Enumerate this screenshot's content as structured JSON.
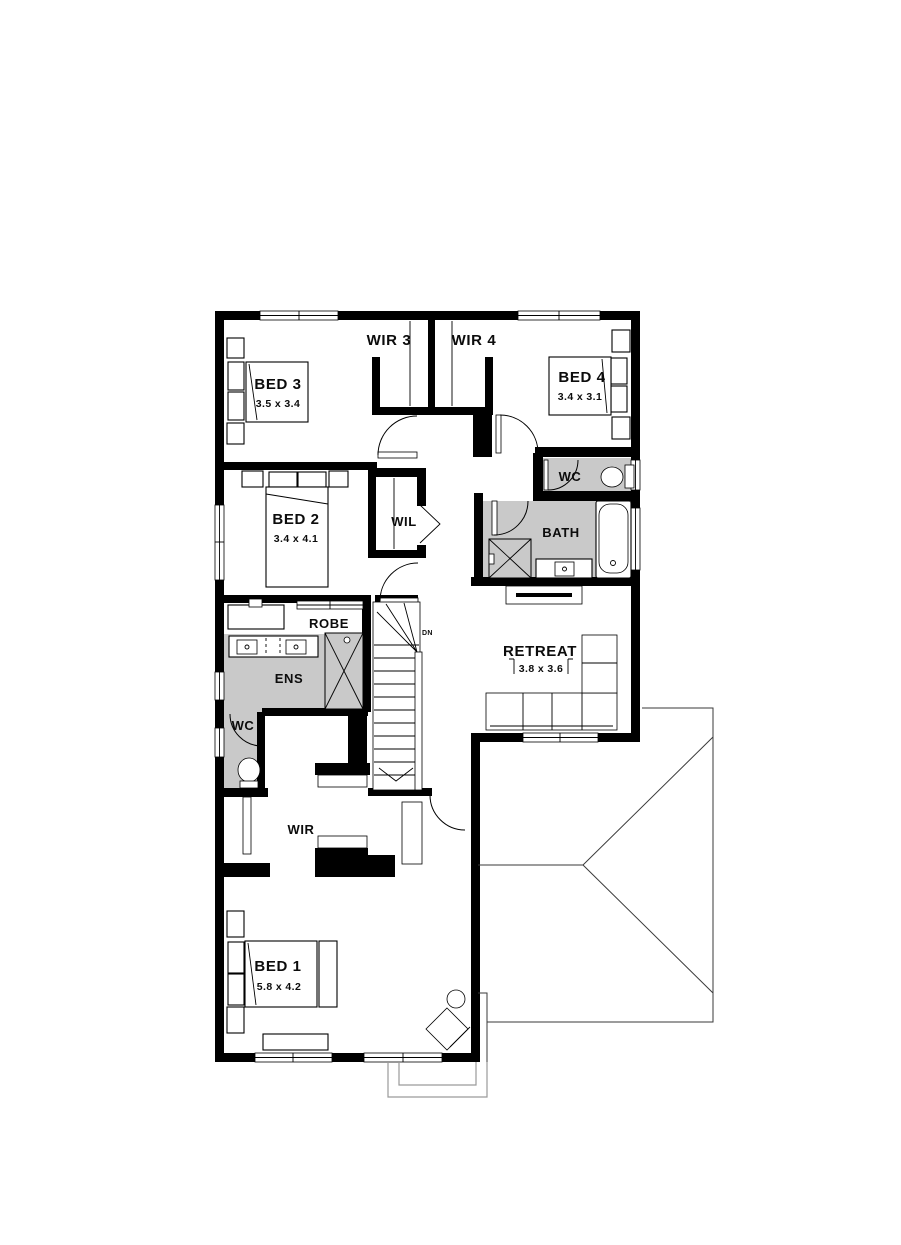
{
  "floor_plan": {
    "background_color": "#ffffff",
    "wall_color": "#000000",
    "wet_area_color": "#c9c9c9",
    "stairs": {
      "direction_label": "DN"
    },
    "rooms": [
      {
        "id": "bed-3",
        "label": "BED 3",
        "dimensions": "3.5 x 3.4"
      },
      {
        "id": "wir-3",
        "label": "WIR 3",
        "dimensions": ""
      },
      {
        "id": "wir-4",
        "label": "WIR 4",
        "dimensions": ""
      },
      {
        "id": "bed-4",
        "label": "BED 4",
        "dimensions": "3.4 x 3.1"
      },
      {
        "id": "wc-upper",
        "label": "WC",
        "dimensions": ""
      },
      {
        "id": "bed-2",
        "label": "BED 2",
        "dimensions": "3.4 x 4.1"
      },
      {
        "id": "wil",
        "label": "WIL",
        "dimensions": ""
      },
      {
        "id": "bath",
        "label": "BATH",
        "dimensions": ""
      },
      {
        "id": "robe",
        "label": "ROBE",
        "dimensions": ""
      },
      {
        "id": "ens",
        "label": "ENS",
        "dimensions": ""
      },
      {
        "id": "wc-lower",
        "label": "WC",
        "dimensions": ""
      },
      {
        "id": "retreat",
        "label": "RETREAT",
        "dimensions": "3.8 x 3.6"
      },
      {
        "id": "wir",
        "label": "WIR",
        "dimensions": ""
      },
      {
        "id": "bed-1",
        "label": "BED 1",
        "dimensions": "5.8 x 4.2"
      }
    ]
  }
}
